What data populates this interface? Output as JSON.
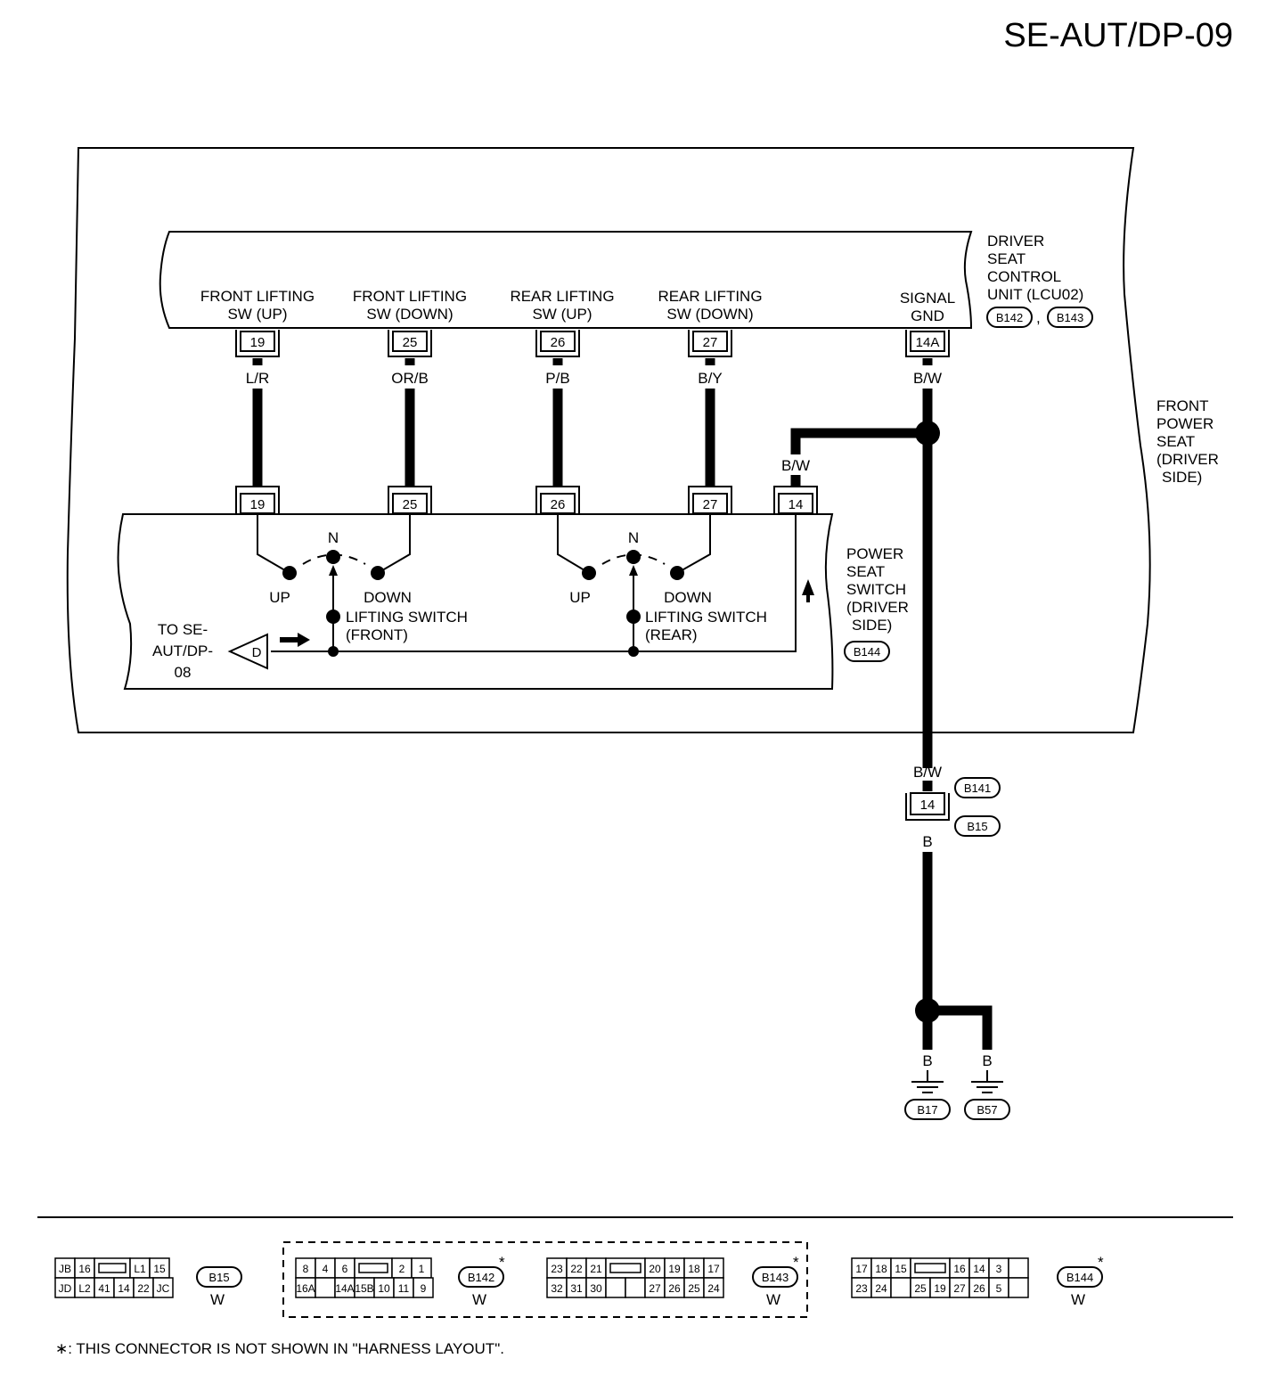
{
  "page_title": "SE-AUT/DP-09",
  "side_label": [
    "FRONT",
    "POWER",
    "SEAT",
    "(DRIVER",
    "SIDE)"
  ],
  "control_unit": {
    "name": [
      "DRIVER",
      "SEAT",
      "CONTROL",
      "UNIT (LCU02)"
    ],
    "connector_a": "B142",
    "separator": ",",
    "connector_b": "B143",
    "terminals": [
      {
        "label": [
          "FRONT LIFTING",
          "SW (UP)"
        ],
        "pin": "19",
        "wire": "L/R"
      },
      {
        "label": [
          "FRONT LIFTING",
          "SW (DOWN)"
        ],
        "pin": "25",
        "wire": "OR/B"
      },
      {
        "label": [
          "REAR LIFTING",
          "SW (UP)"
        ],
        "pin": "26",
        "wire": "P/B"
      },
      {
        "label": [
          "REAR LIFTING",
          "SW (DOWN)"
        ],
        "pin": "27",
        "wire": "B/Y"
      },
      {
        "label": [
          "SIGNAL",
          "GND"
        ],
        "pin": "14A",
        "wire": "B/W"
      }
    ]
  },
  "switch_unit": {
    "name": [
      "POWER",
      "SEAT",
      "SWITCH",
      "(DRIVER",
      "SIDE)"
    ],
    "connector": "B144",
    "pins": [
      "19",
      "25",
      "26",
      "27",
      "14"
    ],
    "branch_wire": "B/W",
    "front_switch": {
      "up": "UP",
      "neutral": "N",
      "down": "DOWN",
      "label": [
        "LIFTING SWITCH",
        "(FRONT)"
      ]
    },
    "rear_switch": {
      "up": "UP",
      "neutral": "N",
      "down": "DOWN",
      "label": [
        "LIFTING SWITCH",
        "(REAR)"
      ]
    },
    "offpage_ref": [
      "TO SE-",
      "AUT/DP-",
      "08"
    ],
    "offpage_letter": "D"
  },
  "harness": {
    "wire_above": "B/W",
    "pin": "14",
    "connector_top": "B141",
    "connector_bottom": "B15",
    "wire_below": "B",
    "ground_left": {
      "wire": "B",
      "connector": "B17"
    },
    "ground_right": {
      "wire": "B",
      "connector": "B57"
    }
  },
  "connector_views": [
    {
      "id": "B15",
      "color": "W",
      "star": "",
      "rows": [
        [
          "JB",
          "16",
          "",
          "L1",
          "15"
        ],
        [
          "JD",
          "L2",
          "41",
          "14",
          "22",
          "JC"
        ]
      ]
    },
    {
      "id": "B142",
      "color": "W",
      "star": "*",
      "rows": [
        [
          "8",
          "4",
          "6",
          "",
          "2",
          "1"
        ],
        [
          "16A",
          "",
          "14A",
          "15B",
          "10",
          "11",
          "9"
        ]
      ]
    },
    {
      "id": "B143",
      "color": "W",
      "star": "*",
      "rows": [
        [
          "23",
          "22",
          "21",
          "",
          "20",
          "19",
          "18",
          "17"
        ],
        [
          "32",
          "31",
          "30",
          "",
          "",
          "27",
          "26",
          "25",
          "24"
        ]
      ]
    },
    {
      "id": "B144",
      "color": "W",
      "star": "*",
      "rows": [
        [
          "17",
          "18",
          "15",
          "",
          "16",
          "14",
          "3",
          ""
        ],
        [
          "23",
          "24",
          "",
          "25",
          "19",
          "27",
          "26",
          "5",
          ""
        ]
      ]
    }
  ],
  "footnote": "∗: THIS CONNECTOR IS NOT SHOWN IN \"HARNESS LAYOUT\"."
}
